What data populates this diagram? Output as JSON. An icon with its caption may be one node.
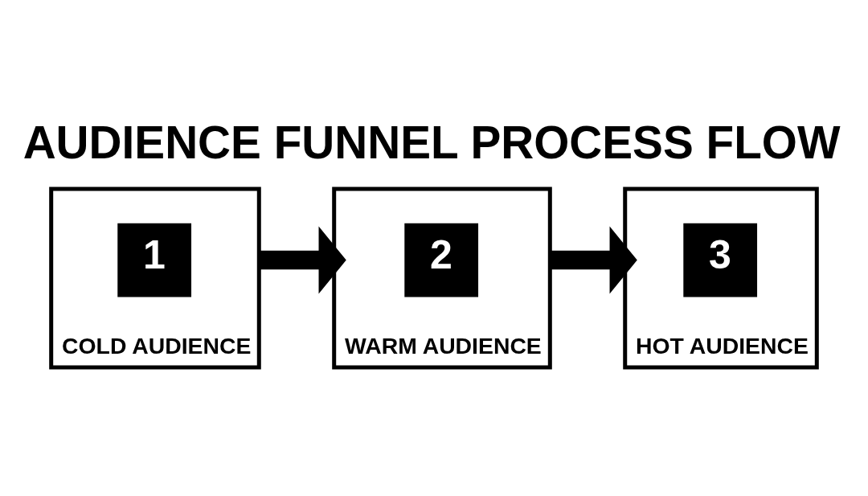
{
  "diagram": {
    "title": "AUDIENCE FUNNEL PROCESS FLOW",
    "nodes": [
      {
        "text": [
          "COLD AUDIENCE"
        ]
      },
      {
        "text": [
          "1"
        ],
        "in": 0
      },
      {
        "text": [
          "WARM AUDIENCE"
        ]
      },
      {
        "text": [
          "2"
        ],
        "in": 2
      },
      {
        "text": [
          "HOT AUDIENCE"
        ]
      },
      {
        "text": [
          "3"
        ],
        "in": 4
      }
    ],
    "edges": [
      {
        "from": 0,
        "to": 2,
        "arrow": "to"
      },
      {
        "from": 2,
        "to": 4,
        "arrow": "to"
      }
    ]
  }
}
